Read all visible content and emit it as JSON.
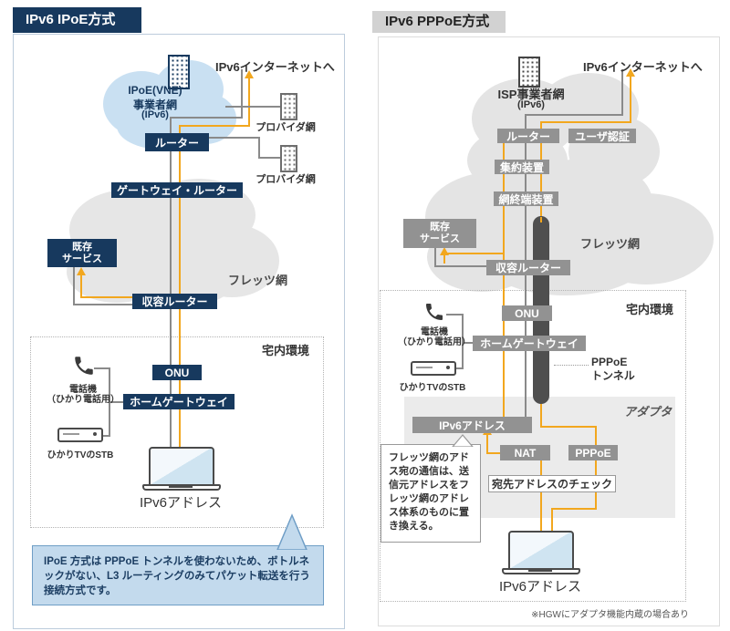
{
  "colors": {
    "navy": "#17395e",
    "orange": "#f2a71e",
    "gray_box": "#929292",
    "gray_line": "#8a8a8a",
    "cloud_blue": "#c9e0f2",
    "cloud_gray": "#e6e6e6",
    "tunnel_gray": "#4f4f4f",
    "callout_blue_bg": "#c3daed",
    "callout_blue_border": "#6f9ec6",
    "adapter_bg": "#ebebeb"
  },
  "left": {
    "title": "IPv6 IPoE方式",
    "internet": "IPv6インターネットへ",
    "cloud_l1": "IPoE(VNE)",
    "cloud_l2": "事業者網",
    "cloud_l3": "(IPv6)",
    "provider1": "プロバイダ網",
    "provider2": "プロバイダ網",
    "router": "ルーター",
    "gateway_router": "ゲートウェイ・ルーター",
    "existing_l1": "既存",
    "existing_l2": "サービス",
    "flets": "フレッツ網",
    "access_router": "収容ルーター",
    "home_env": "宅内環境",
    "onu": "ONU",
    "hgw": "ホームゲートウェイ",
    "phone_l1": "電話機",
    "phone_l2": "（ひかり電話用）",
    "stb": "ひかりTVのSTB",
    "laptop": "IPv6アドレス",
    "callout": "IPoE 方式は PPPoE トンネルを使わないため、ボトルネックがない、L3 ルーティングのみてパケット転送を行う接続方式です。"
  },
  "right": {
    "title": "IPv6 PPPoE方式",
    "internet": "IPv6インターネットへ",
    "isp_l1": "ISP事業者網",
    "isp_l2": "(IPv6)",
    "router": "ルーター",
    "user_auth": "ユーザ認証",
    "aggregation": "集約装置",
    "terminal": "網終端装置",
    "existing_l1": "既存",
    "existing_l2": "サービス",
    "flets": "フレッツ網",
    "access_router": "収容ルーター",
    "home_env": "宅内環境",
    "onu": "ONU",
    "hgw": "ホームゲートウェイ",
    "phone_l1": "電話機",
    "phone_l2": "（ひかり電話用）",
    "stb": "ひかりTVのSTB",
    "tunnel_l1": "PPPoE",
    "tunnel_l2": "トンネル",
    "adapter": "アダプタ",
    "ipv6_box": "IPv6アドレス",
    "nat": "NAT",
    "pppoe": "PPPoE",
    "check": "宛先アドレスのチェック",
    "callout": "フレッツ網のアドス宛の通信は、送信元アドレスをフレッツ網のアドレス体系のものに置き換える。",
    "laptop": "IPv6アドレス",
    "footnote": "※HGWにアダプタ機能内蔵の場合あり"
  }
}
